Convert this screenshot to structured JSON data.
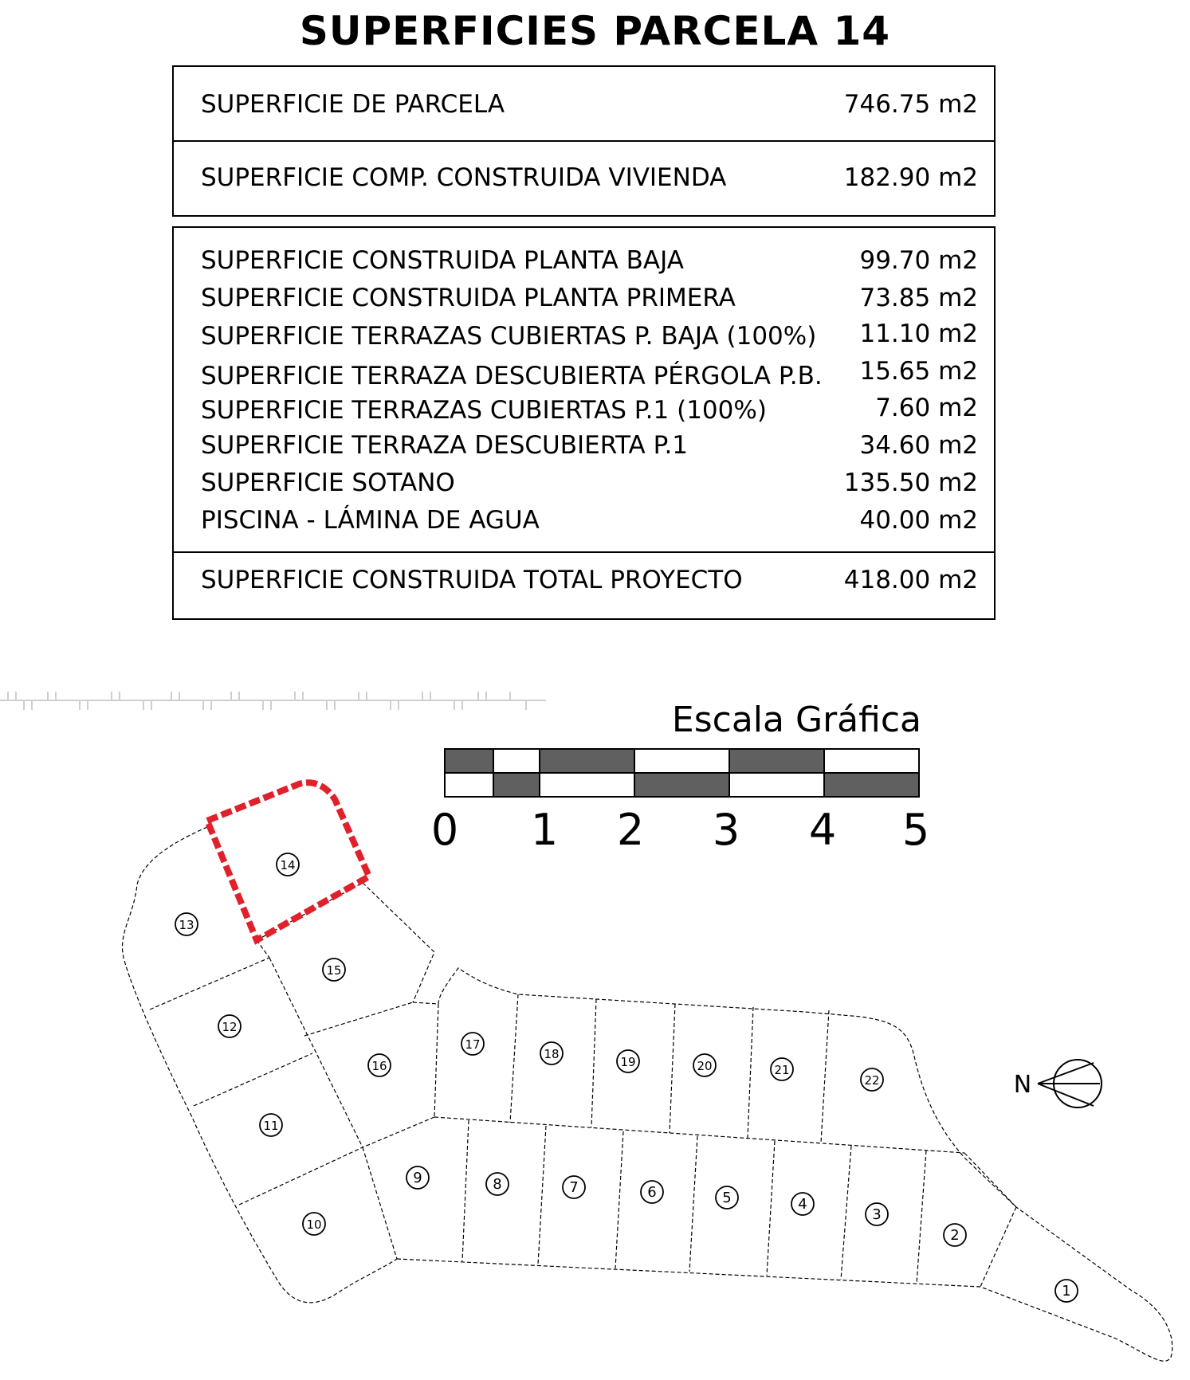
{
  "title": "SUPERFICIES PARCELA 14",
  "box1": [
    {
      "label": "SUPERFICIE DE PARCELA",
      "value": "746.75 m2"
    },
    {
      "label": "SUPERFICIE COMP. CONSTRUIDA VIVIENDA",
      "value": "182.90 m2"
    }
  ],
  "box2": [
    {
      "label": "SUPERFICIE CONSTRUIDA PLANTA BAJA",
      "value": "99.70 m2"
    },
    {
      "label": "SUPERFICIE CONSTRUIDA PLANTA PRIMERA",
      "value": "73.85 m2"
    },
    {
      "label": "SUPERFICIE TERRAZAS CUBIERTAS P. BAJA (100%)",
      "value": "11.10 m2"
    },
    {
      "label": "SUPERFICIE TERRAZA DESCUBIERTA PÉRGOLA P.B.",
      "value": "15.65 m2"
    },
    {
      "label": "SUPERFICIE TERRAZAS CUBIERTAS P.1 (100%)",
      "value": "7.60 m2"
    },
    {
      "label": "SUPERFICIE TERRAZA DESCUBIERTA P.1",
      "value": "34.60 m2"
    },
    {
      "label": "SUPERFICIE SOTANO",
      "value": "135.50 m2"
    },
    {
      "label": "PISCINA - LÁMINA DE AGUA",
      "value": "40.00 m2"
    }
  ],
  "total": {
    "label": "SUPERFICIE CONSTRUIDA TOTAL PROYECTO",
    "value": "418.00 m2"
  },
  "scale": {
    "title": "Escala Gráfica",
    "ticks": [
      "0",
      "1",
      "2",
      "3",
      "4",
      "5"
    ]
  },
  "north_label": "N",
  "plots": [
    "1",
    "2",
    "3",
    "4",
    "5",
    "6",
    "7",
    "8",
    "9",
    "10",
    "11",
    "12",
    "13",
    "14",
    "15",
    "16",
    "17",
    "18",
    "19",
    "20",
    "21",
    "22"
  ],
  "highlighted_plot": "14",
  "highlight_color": "#e0202a"
}
